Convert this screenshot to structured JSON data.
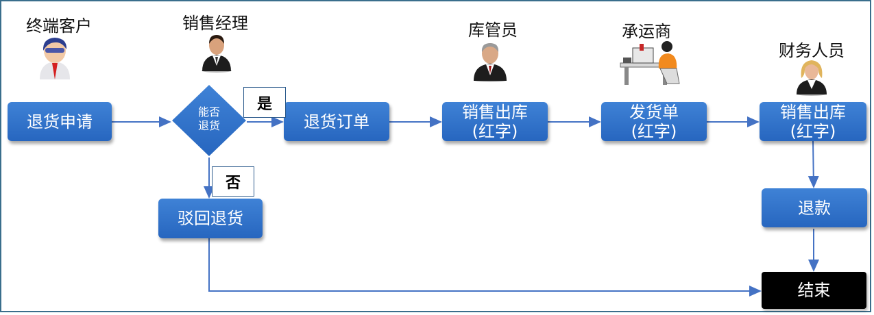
{
  "roles": {
    "customer": "终端客户",
    "sales_manager": "销售经理",
    "warehouse_keeper": "库管员",
    "carrier": "承运商",
    "finance": "财务人员"
  },
  "nodes": {
    "return_request": "退货申请",
    "decision": [
      "能否",
      "退货"
    ],
    "return_order": "退货订单",
    "sales_outbound_red": [
      "销售出库",
      "(红字)"
    ],
    "delivery_note_red": [
      "发货单",
      "(红字)"
    ],
    "sales_outbound_red_finance": [
      "销售出库",
      "(红字)"
    ],
    "refund": "退款",
    "reject_return": "驳回退货",
    "end": "结束"
  },
  "decision_labels": {
    "yes": "是",
    "no": "否"
  },
  "colors": {
    "box_top": "#3f82d6",
    "box_bottom": "#2766bf",
    "arrow": "#4472c4",
    "end_box": "#000000"
  },
  "icons": {
    "customer": "customer-person-icon",
    "sales_manager": "businessman-icon",
    "warehouse_keeper": "warehouse-man-icon",
    "carrier": "carrier-workstation-icon",
    "finance": "finance-woman-icon"
  }
}
